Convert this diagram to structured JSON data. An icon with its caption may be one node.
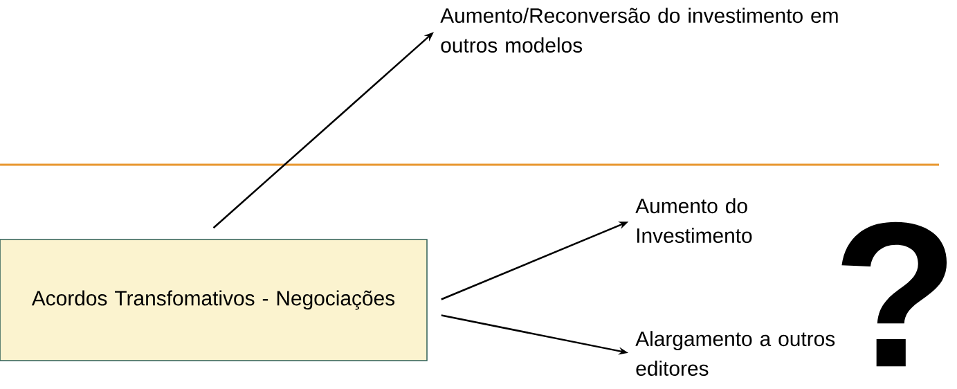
{
  "diagram": {
    "nodes": [
      {
        "text": [
          "Acordos Transfomativos - Negociações"
        ]
      },
      {
        "text": [
          "Aumento/Reconversão do investimento em outros modelos"
        ]
      },
      {
        "text": [
          "Aumento do Investimento"
        ]
      },
      {
        "text": [
          "Alargamento a outros editores"
        ]
      }
    ],
    "edges": [
      {
        "from": 0,
        "to": 1,
        "arrow": "to"
      },
      {
        "from": 0,
        "to": 2,
        "arrow": "to"
      },
      {
        "from": 0,
        "to": 3,
        "arrow": "to"
      }
    ],
    "labels": [
      "?"
    ]
  }
}
